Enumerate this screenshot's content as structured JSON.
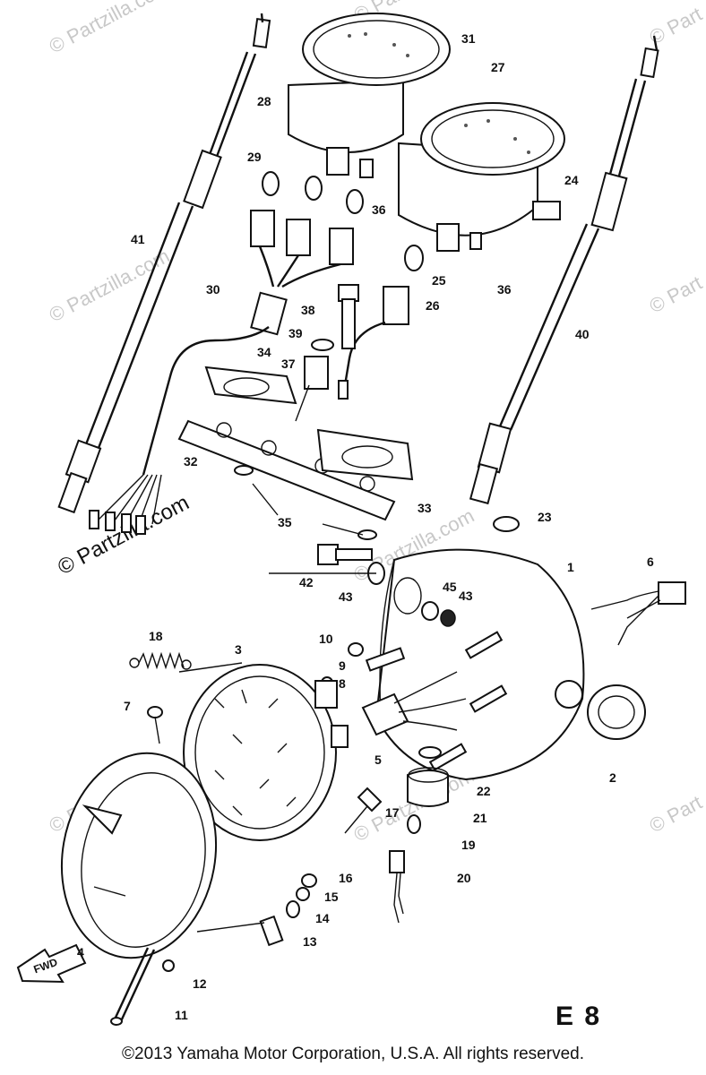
{
  "watermark": {
    "text": "© Partzilla.com",
    "short_text": "© Part"
  },
  "fwd_label": "FWD",
  "figure_code": "E 8",
  "copyright": "©2013  Yamaha Motor Corporation, U.S.A. All rights reserved.",
  "callouts": [
    "1",
    "2",
    "3",
    "4",
    "5",
    "6",
    "7",
    "8",
    "9",
    "10",
    "11",
    "12",
    "13",
    "14",
    "15",
    "16",
    "17",
    "18",
    "19",
    "20",
    "21",
    "22",
    "23",
    "24",
    "25",
    "26",
    "27",
    "28",
    "29",
    "30",
    "31",
    "32",
    "33",
    "34",
    "35",
    "36",
    "36",
    "37",
    "38",
    "39",
    "40",
    "41",
    "42",
    "43",
    "43",
    "45"
  ]
}
